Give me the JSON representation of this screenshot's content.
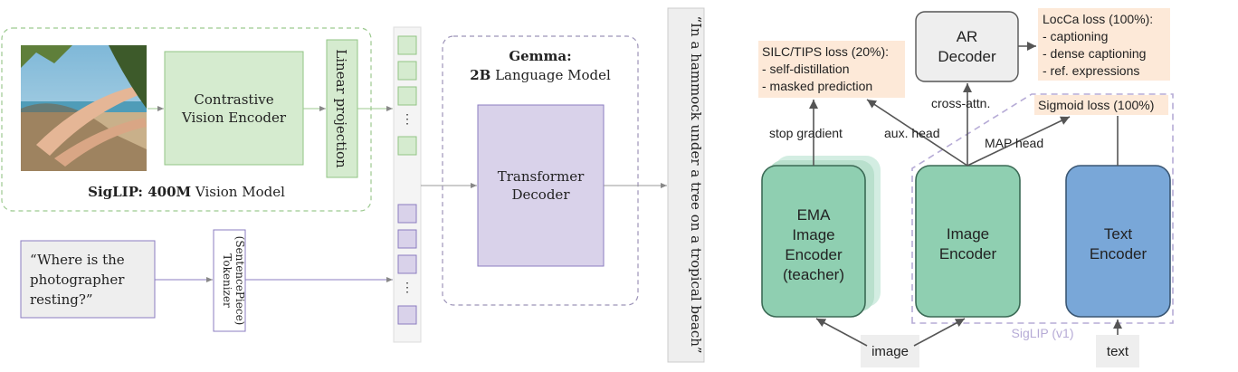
{
  "left_diagram": {
    "vision_encoder": {
      "line1": "Contrastive",
      "line2": "Vision Encoder"
    },
    "linear_projection": "Linear projection",
    "siglip_caption": {
      "bold": "SigLIP: 400M",
      "rest": " Vision Model"
    },
    "gemma": {
      "title": "Gemma:",
      "bold": "2B",
      "rest": " Language Model"
    },
    "transformer_decoder": {
      "line1": "Transformer",
      "line2": "Decoder"
    },
    "question": {
      "line1": "“Where is the",
      "line2": "photographer",
      "line3": "resting?”"
    },
    "tokenizer": {
      "line1": "Tokenizer",
      "line2": "(SentencePiece)"
    },
    "token_ellipsis": "⋮",
    "output_text": "“In a hammock under a tree on a tropical beach”"
  },
  "right_diagram": {
    "ar_decoder": {
      "line1": "AR",
      "line2": "Decoder"
    },
    "locca_loss": {
      "title": "LocCa loss (100%):",
      "items": [
        "-  captioning",
        "-  dense captioning",
        "-  ref. expressions"
      ]
    },
    "silc_loss": {
      "title": "SILC/TIPS loss (20%):",
      "items": [
        "-  self-distillation",
        "-  masked prediction"
      ]
    },
    "sigmoid_loss": "Sigmoid loss (100%)",
    "labels": {
      "cross_attn": "cross-attn.",
      "stop_gradient": "stop gradient",
      "aux_head": "aux. head",
      "map_head": "MAP head"
    },
    "ema_encoder": {
      "line1": "EMA",
      "line2": "Image",
      "line3": "Encoder",
      "line4": "(teacher)"
    },
    "image_encoder": {
      "line1": "Image",
      "line2": "Encoder"
    },
    "text_encoder": {
      "line1": "Text",
      "line2": "Encoder"
    },
    "siglip_label": "SigLIP (v1)",
    "image_input": "image",
    "text_input": "text"
  },
  "colors": {
    "green_fill": "#d5ebcf",
    "green_stroke": "#92c585",
    "purple_fill": "#d9d2ea",
    "purple_stroke": "#8b7cc0",
    "teal_fill": "#8fcfb1",
    "teal_stroke": "#3b6a55",
    "blue_fill": "#79a7d8",
    "blue_stroke": "#3a5673",
    "peach": "#fde9d8",
    "gray_box": "#eeeeee",
    "dash_purple": "#b6abd6"
  }
}
